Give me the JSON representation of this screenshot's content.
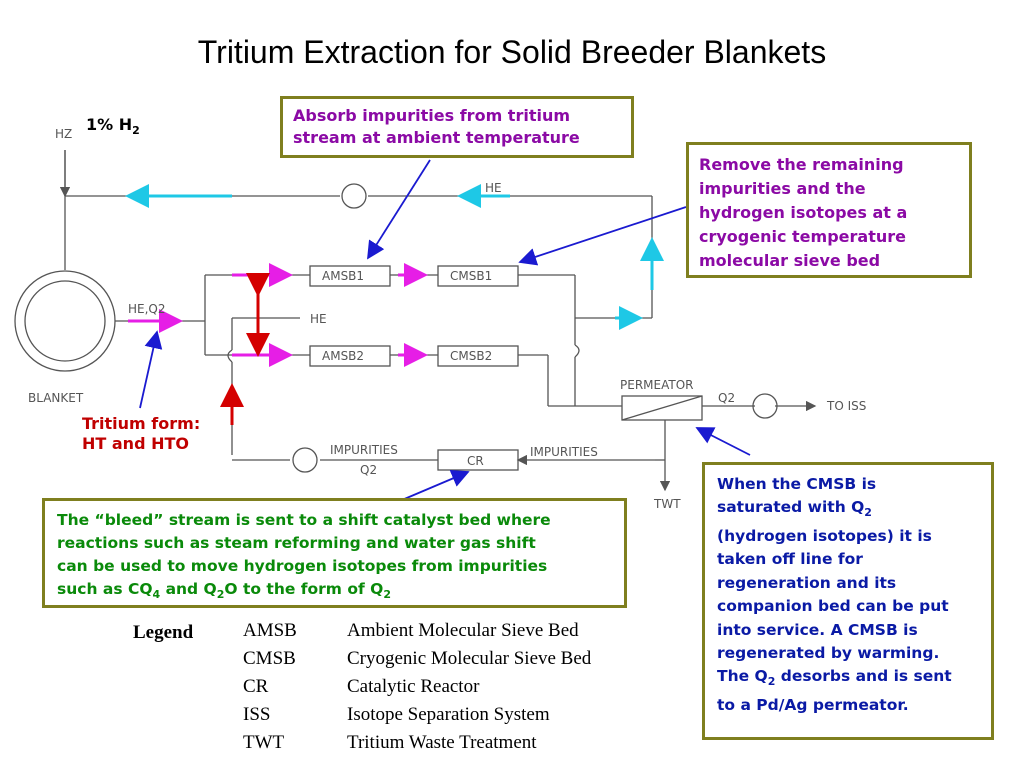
{
  "title": "Tritium Extraction for Solid Breeder Blankets",
  "callouts": {
    "absorb": [
      "Absorb impurities from tritium",
      "stream at ambient temperature"
    ],
    "remove": [
      "Remove the remaining",
      "impurities and the",
      "hydrogen isotopes at a",
      "cryogenic temperature",
      "molecular sieve bed"
    ],
    "bleed": {
      "line1": "The “bleed” stream is sent to a shift catalyst bed where",
      "line2": "reactions such as steam reforming and water gas shift",
      "line3": "can be used to move hydrogen isotopes from impurities",
      "line4_a": "such as CQ",
      "line4_sub1": "4",
      "line4_b": " and Q",
      "line4_sub2": "2",
      "line4_c": "O to the form of Q",
      "line4_sub3": "2"
    },
    "cmsb": {
      "l1": "When the CMSB is",
      "l2a": "saturated with Q",
      "l2sub": "2",
      "l3": "(hydrogen isotopes) it is",
      "l4": "taken off line for",
      "l5": "regeneration and its",
      "l6": "companion bed can be put",
      "l7": "into service.  A CMSB is",
      "l8": "regenerated by warming.",
      "l9a": "The Q",
      "l9sub": "2",
      "l9b": " desorbs and is sent",
      "l10": "to a Pd/Ag permeator."
    }
  },
  "labels": {
    "h2_a": "1% H",
    "h2_sub": "2",
    "tritium_form": [
      "Tritium form:",
      "HT and HTO"
    ]
  },
  "diagram": {
    "hz": "HZ",
    "he_top": "HE",
    "he_mid": "HE",
    "he_q2": "HE,Q2",
    "blanket": "BLANKET",
    "amsb1": "AMSB1",
    "cmsb1": "CMSB1",
    "amsb2": "AMSB2",
    "cmsb2": "CMSB2",
    "permeator": "PERMEATOR",
    "q2_out": "Q2",
    "to_iss": "TO ISS",
    "impurities_left": "IMPURITIES",
    "q2_left": "Q2",
    "cr": "CR",
    "impurities_right": "IMPURITIES",
    "twt": "TWT"
  },
  "legend": {
    "header": "Legend",
    "rows": [
      {
        "abbr": "AMSB",
        "desc": "Ambient Molecular Sieve Bed"
      },
      {
        "abbr": "CMSB",
        "desc": "Cryogenic Molecular Sieve Bed"
      },
      {
        "abbr": "CR",
        "desc": "Catalytic Reactor"
      },
      {
        "abbr": "ISS",
        "desc": "Isotope Separation System"
      },
      {
        "abbr": "TWT",
        "desc": "Tritium Waste Treatment"
      }
    ]
  },
  "colors": {
    "box_border": "#7f7f1f",
    "flow_cyan": "#1ec8e6",
    "flow_magenta": "#e61ee6",
    "red_arrow": "#d40000",
    "blue_pointer": "#1a1ad0",
    "line_gray": "#555555"
  }
}
